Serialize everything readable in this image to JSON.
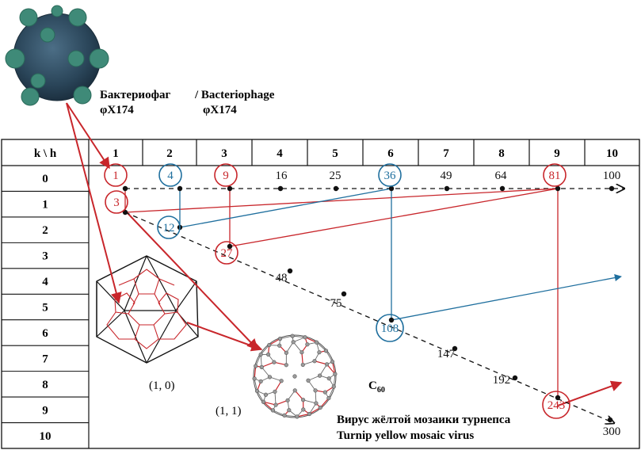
{
  "header": {
    "corner": "k \\ h",
    "h_values": [
      "1",
      "2",
      "3",
      "4",
      "5",
      "6",
      "7",
      "8",
      "9",
      "10"
    ]
  },
  "rows": {
    "k_values": [
      "0",
      "1",
      "2",
      "3",
      "4",
      "5",
      "6",
      "7",
      "8",
      "9",
      "10"
    ]
  },
  "labels": {
    "phage_ru": "Бактериофаг",
    "phage_en": "/ Bacteriophage",
    "phage_name_ru": "φX174",
    "phage_name_en": "φX174",
    "coord_icosa": "(1, 0)",
    "coord_c60": "(1, 1)",
    "c60_main": "C",
    "c60_sub": "60",
    "tymv_ru": "Вирус жёлтой мозаики турнепса",
    "tymv_en": "Turnip yellow mosaic virus"
  },
  "t_numbers": {
    "row0": [
      {
        "value": "1",
        "style": "red-circle"
      },
      {
        "value": "4",
        "style": "blue-circle"
      },
      {
        "value": "9",
        "style": "red-circle"
      },
      {
        "value": "16",
        "style": "plain"
      },
      {
        "value": "25",
        "style": "plain"
      },
      {
        "value": "36",
        "style": "blue-circle"
      },
      {
        "value": "49",
        "style": "plain"
      },
      {
        "value": "64",
        "style": "plain"
      },
      {
        "value": "81",
        "style": "red-circle"
      },
      {
        "value": "100",
        "style": "plain"
      }
    ],
    "diagonal": [
      {
        "value": "3",
        "style": "red-circle"
      },
      {
        "value": "12",
        "style": "blue-circle"
      },
      {
        "value": "27",
        "style": "red-circle"
      },
      {
        "value": "48",
        "style": "plain"
      },
      {
        "value": "75",
        "style": "plain"
      },
      {
        "value": "108",
        "style": "blue-circle"
      },
      {
        "value": "147",
        "style": "plain"
      },
      {
        "value": "192",
        "style": "plain"
      },
      {
        "value": "243",
        "style": "red-circle"
      },
      {
        "value": "300",
        "style": "plain"
      }
    ]
  },
  "colors": {
    "red": "#c8262b",
    "blue": "#1f6f9e",
    "black": "#111111",
    "virus_body": "#2c4a5e",
    "virus_spike": "#3f8a78"
  }
}
